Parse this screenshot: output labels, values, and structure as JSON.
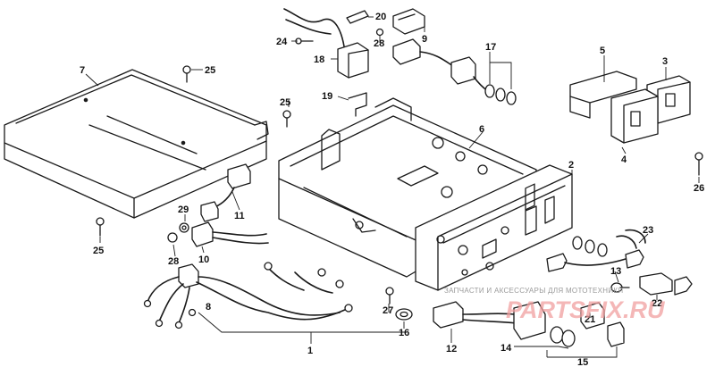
{
  "callouts": [
    {
      "id": "c1",
      "text": "1"
    },
    {
      "id": "c2",
      "text": "2"
    },
    {
      "id": "c3",
      "text": "3"
    },
    {
      "id": "c4",
      "text": "4"
    },
    {
      "id": "c5",
      "text": "5"
    },
    {
      "id": "c6",
      "text": "6"
    },
    {
      "id": "c7",
      "text": "7"
    },
    {
      "id": "c8",
      "text": "8"
    },
    {
      "id": "c9",
      "text": "9"
    },
    {
      "id": "c10",
      "text": "10"
    },
    {
      "id": "c11",
      "text": "11"
    },
    {
      "id": "c12",
      "text": "12"
    },
    {
      "id": "c13",
      "text": "13"
    },
    {
      "id": "c14",
      "text": "14"
    },
    {
      "id": "c15",
      "text": "15"
    },
    {
      "id": "c16",
      "text": "16"
    },
    {
      "id": "c17",
      "text": "17"
    },
    {
      "id": "c18",
      "text": "18"
    },
    {
      "id": "c19",
      "text": "19"
    },
    {
      "id": "c20",
      "text": "20"
    },
    {
      "id": "c21",
      "text": "21"
    },
    {
      "id": "c22",
      "text": "22"
    },
    {
      "id": "c23",
      "text": "23"
    },
    {
      "id": "c24",
      "text": "24"
    },
    {
      "id": "c25a",
      "text": "25"
    },
    {
      "id": "c25b",
      "text": "25"
    },
    {
      "id": "c25c",
      "text": "25"
    },
    {
      "id": "c26",
      "text": "26"
    },
    {
      "id": "c27",
      "text": "27"
    },
    {
      "id": "c28a",
      "text": "28"
    },
    {
      "id": "c28b",
      "text": "28"
    },
    {
      "id": "c29",
      "text": "29"
    }
  ],
  "watermark": {
    "caption": "ЗАПЧАСТИ И АКСЕССУАРЫ ДЛЯ МОТОТЕХНИКИ",
    "logo": "PARTSFIX.RU"
  },
  "colors": {
    "line": "#1a1a1a",
    "background": "#ffffff",
    "watermark_logo": "#f1a0a0",
    "watermark_text": "#9a9a9a"
  }
}
